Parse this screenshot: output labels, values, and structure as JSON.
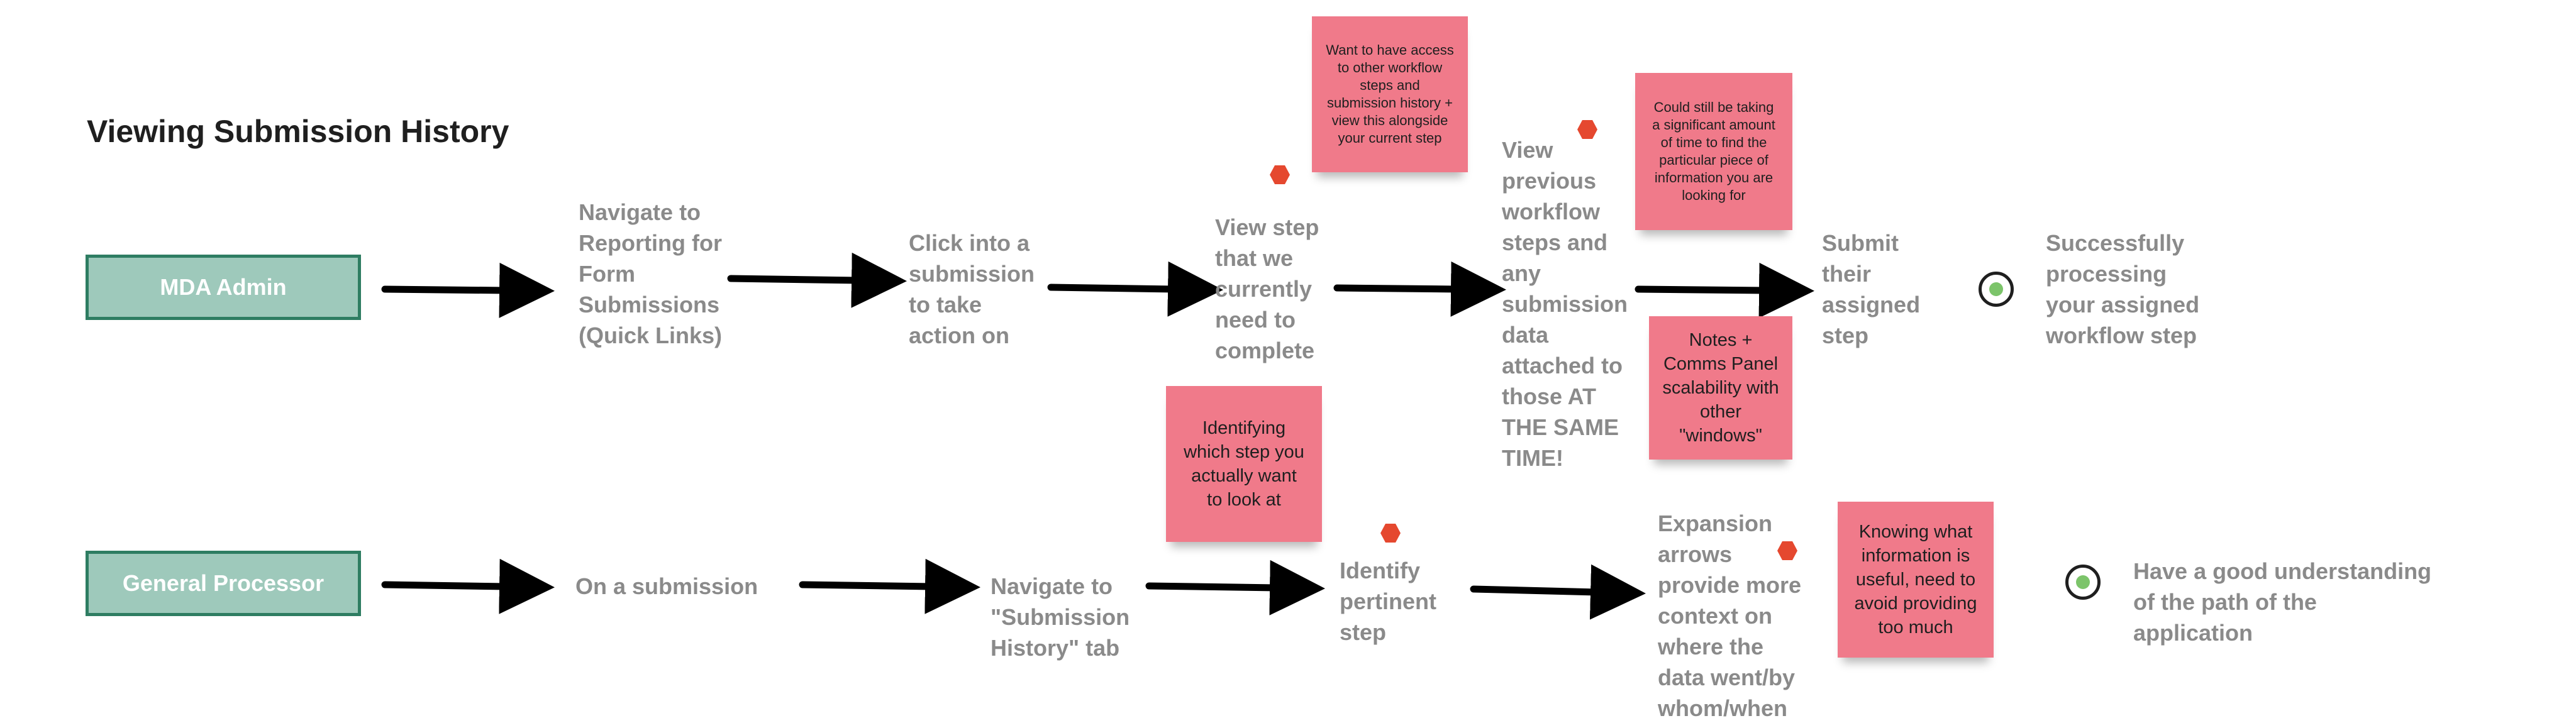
{
  "title": "Viewing Submission History",
  "roles": {
    "mda_admin": "MDA Admin",
    "general_processor": "General Processor"
  },
  "row1": {
    "steps": [
      "Navigate to\nReporting for\nForm\nSubmissions\n(Quick Links)",
      "Click into a\nsubmission\nto take\naction on",
      "View step\nthat we\ncurrently\nneed to\ncomplete",
      "View\nprevious\nworkflow\nsteps and\nany\nsubmission\ndata\nattached to\nthose AT\nTHE SAME\nTIME!",
      "Submit\ntheir\nassigned\nstep"
    ],
    "goal": "Successfully\nprocessing\nyour assigned\nworkflow step"
  },
  "row2": {
    "steps": [
      "On a submission",
      "Navigate to\n\"Submission\nHistory\" tab",
      "Identify\npertinent\nstep",
      "Expansion\narrows\nprovide more\ncontext on\nwhere the\ndata went/by\nwhom/when"
    ],
    "goal": "Have a good understanding\nof the path of the\napplication"
  },
  "notes": {
    "access_other_steps": "Want to have access\nto other workflow\nsteps and\nsubmission history +\nview this alongside\nyour current step",
    "still_taking_time": "Could still be taking\na significant amount\nof time to find the\nparticular piece of\ninformation you are\nlooking for",
    "notes_comms_panel": "Notes +\nComms Panel\nscalability with\nother\n\"windows\"",
    "identifying_step": "Identifying\nwhich step you\nactually want\nto look at",
    "knowing_info": "Knowing what\ninformation is\nuseful, need to\navoid providing\ntoo much"
  },
  "colors": {
    "role_fill": "#9ec9bb",
    "role_border": "#2e7d62",
    "sticky": "#f07a8a",
    "dot": "#e5482f",
    "step_text": "#8a8a8a",
    "goal_core": "#7cc46a"
  },
  "icons": [
    "arrow-right-icon",
    "pain-point-dot-icon",
    "goal-target-icon"
  ]
}
